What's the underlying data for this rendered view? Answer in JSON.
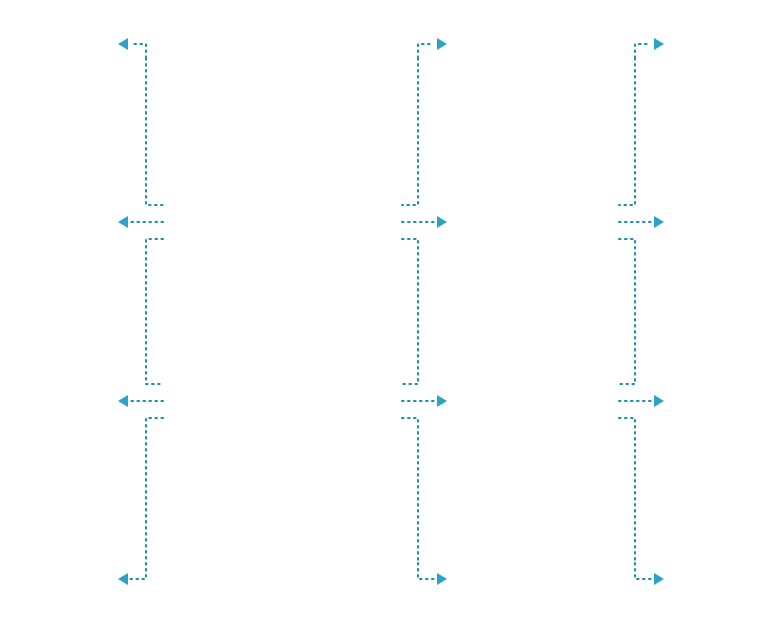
{
  "colors": {
    "connector_stroke": "#1b8fa8",
    "arrowhead_fill": "#2aa3c6",
    "background": "#ffffff"
  },
  "diagram": {
    "line_style": "dotted",
    "groups": [
      {
        "id": "left-bracket",
        "arrow_direction": "left",
        "arrow_count": 4
      },
      {
        "id": "middle-bracket",
        "arrow_direction": "right",
        "arrow_count": 4
      },
      {
        "id": "right-bracket",
        "arrow_direction": "right",
        "arrow_count": 4
      }
    ]
  }
}
